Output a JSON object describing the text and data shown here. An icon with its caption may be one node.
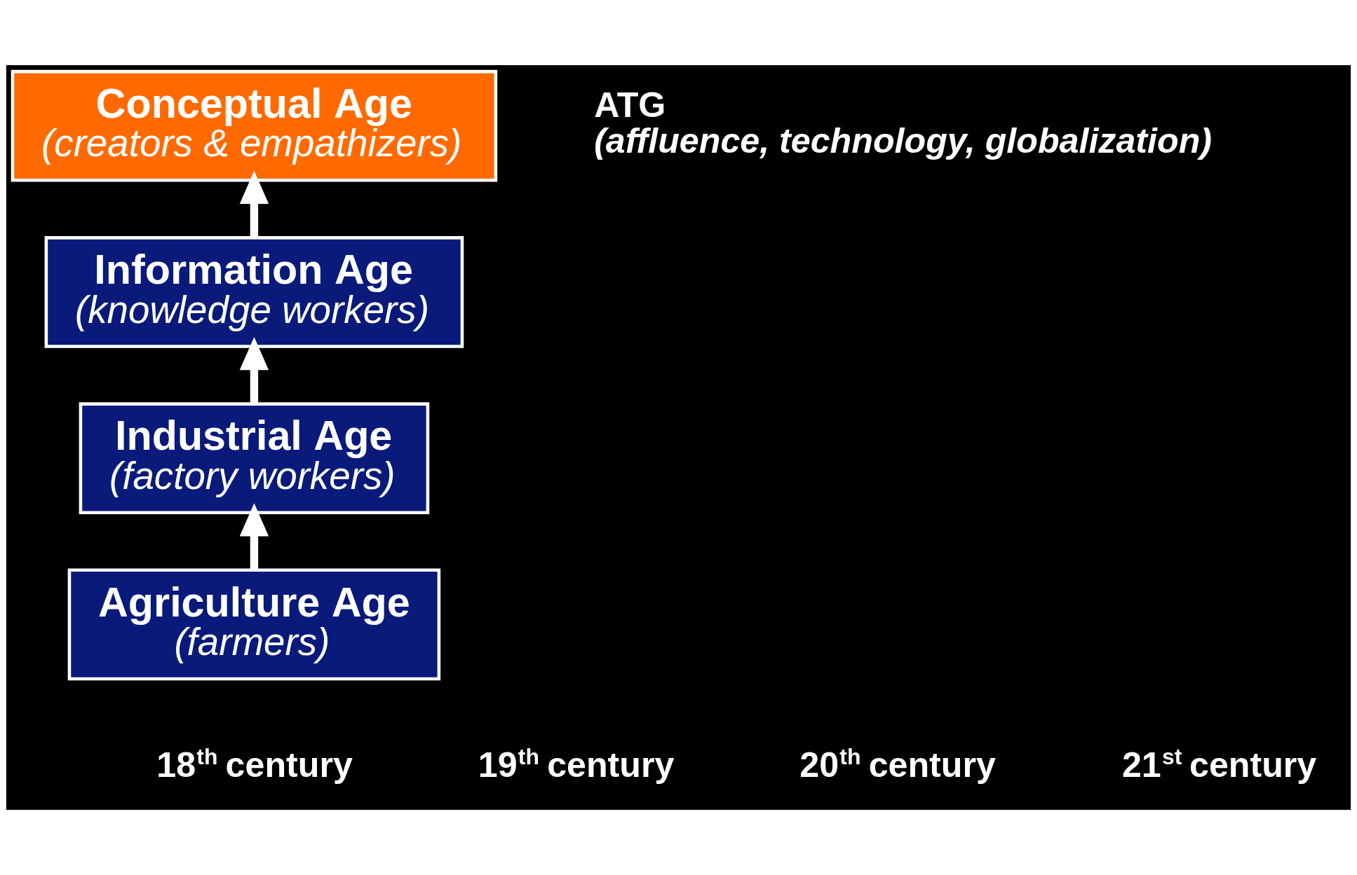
{
  "diagram": {
    "nodes": [
      {
        "text": [
          "Agriculture Age",
          "(farmers)"
        ]
      },
      {
        "text": [
          "Industrial Age",
          "(factory workers)"
        ]
      },
      {
        "text": [
          "Information Age",
          "(knowledge workers)"
        ]
      },
      {
        "text": [
          "Conceptual Age",
          "(creators & empathizers)"
        ]
      }
    ],
    "edges": [
      {
        "from": 0,
        "to": 1,
        "arrow": "to"
      },
      {
        "from": 1,
        "to": 2,
        "arrow": "to"
      },
      {
        "from": 2,
        "to": 3,
        "arrow": "to"
      }
    ],
    "labels": [
      "ATG",
      "(affluence, technology, globalization)",
      "18$^{th}$ century",
      "19$^{th}$ century",
      "20$^{th}$ century",
      "21$^{st}$ century"
    ]
  }
}
